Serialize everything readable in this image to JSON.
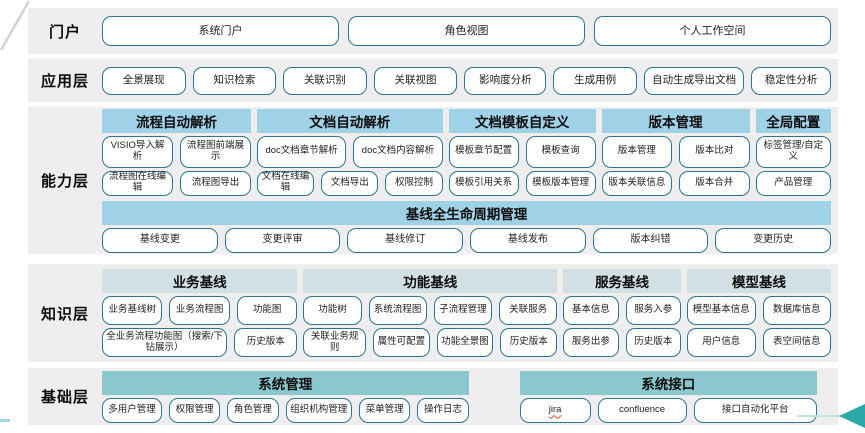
{
  "colors": {
    "band_background": "#eeeeee",
    "capability_header_blue": "#9fd1e7",
    "knowledge_header_pale": "#d3e0e3",
    "foundation_header_teal": "#8bc8ce",
    "box_border_teal": "#2e7490",
    "arrow_teal": "#2aa7a7",
    "spellcheck_red": "#e04a3f"
  },
  "misspelled": [
    "jira"
  ],
  "layers": [
    {
      "id": "portal",
      "label": "门户",
      "buttons": [
        "系统门户",
        "角色视图",
        "个人工作空间"
      ]
    },
    {
      "id": "application",
      "label": "应用层",
      "buttons": [
        "全景展现",
        "知识检索",
        "关联识别",
        "关联视图",
        "影响度分析",
        "生成用例",
        "自动生成导出文档",
        "稳定性分析"
      ]
    },
    {
      "id": "capability",
      "label": "能力层",
      "groups": [
        {
          "title": "流程自动解析",
          "rows": [
            [
              "VISIO导入解析",
              "流程图前端展示"
            ],
            [
              "流程图在线编辑",
              "流程图导出"
            ]
          ]
        },
        {
          "title": "文档自动解析",
          "rows": [
            [
              "doc文档章节解析",
              "doc文档内容解析"
            ],
            [
              "文档在线编辑",
              "文档导出",
              "权限控制"
            ]
          ]
        },
        {
          "title": "文档模板自定义",
          "rows": [
            [
              "模板章节配置",
              "模板查询"
            ],
            [
              "模板引用关系",
              "模板版本管理"
            ]
          ]
        },
        {
          "title": "版本管理",
          "rows": [
            [
              "版本管理",
              "版本比对"
            ],
            [
              "版本关联信息",
              "版本合并"
            ]
          ]
        },
        {
          "title": "全局配置",
          "rows": [
            [
              "标签管理/自定义"
            ],
            [
              "产品管理"
            ]
          ]
        }
      ],
      "banner": {
        "title": "基线全生命周期管理",
        "buttons": [
          "基线变更",
          "变更评审",
          "基线修订",
          "基线发布",
          "版本纠错",
          "变更历史"
        ]
      }
    },
    {
      "id": "knowledge",
      "label": "知识层",
      "groups": [
        {
          "title": "业务基线",
          "rows": [
            [
              "业务基线树",
              "业务流程图",
              "功能图"
            ],
            [
              "全业务流程功能图（搜索/下钻展示）",
              "历史版本"
            ]
          ]
        },
        {
          "title": "功能基线",
          "rows": [
            [
              "功能树",
              "系统流程图",
              "子流程管理",
              "关联服务"
            ],
            [
              "关联业务规则",
              "属性可配置",
              "功能全景图",
              "历史版本"
            ]
          ]
        },
        {
          "title": "服务基线",
          "rows": [
            [
              "基本信息",
              "服务入参"
            ],
            [
              "服务出参",
              "历史版本"
            ]
          ]
        },
        {
          "title": "模型基线",
          "rows": [
            [
              "模型基本信息",
              "数据库信息"
            ],
            [
              "用户信息",
              "表空间信息"
            ]
          ]
        }
      ]
    },
    {
      "id": "foundation",
      "label": "基础层",
      "groups": [
        {
          "title": "系统管理",
          "rows": [
            [
              "多用户管理",
              "权限管理",
              "角色管理",
              "组织机构管理",
              "菜单管理",
              "操作日志"
            ]
          ]
        },
        {
          "title": "系统接口",
          "rows": [
            [
              "jira",
              "confluence",
              "接口自动化平台"
            ]
          ]
        }
      ]
    }
  ]
}
